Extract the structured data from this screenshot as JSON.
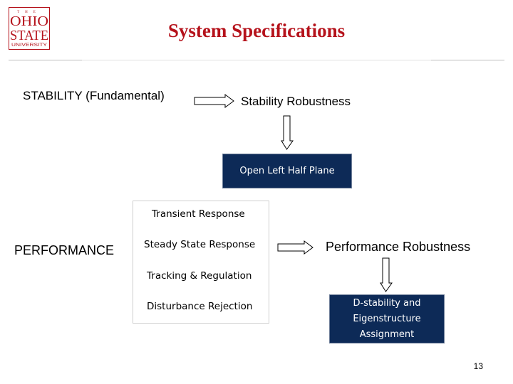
{
  "logo": {
    "top_text": "THE",
    "line1": "OHIO",
    "line2": "STATE",
    "line3": "UNIVERSITY",
    "color": "#b5121b"
  },
  "title": "System Specifications",
  "stability": {
    "fundamental_label": "STABILITY (Fundamental)",
    "robustness_label": "Stability Robustness",
    "box_label": "Open Left Half Plane"
  },
  "performance": {
    "label": "PERFORMANCE",
    "items": [
      "Transient Response",
      "Steady State Response",
      "Tracking & Regulation",
      "Disturbance Rejection"
    ],
    "robustness_label": "Performance Robustness",
    "box_lines": [
      "D-stability and",
      "Eigenstructure",
      "Assignment"
    ]
  },
  "page_number": "13",
  "colors": {
    "title": "#b5121b",
    "box_fill": "#0d2a57",
    "box_text": "#ffffff"
  }
}
